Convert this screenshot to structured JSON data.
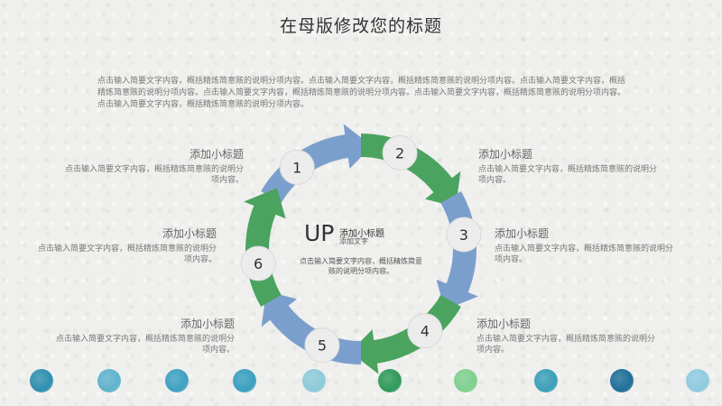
{
  "title": "在母版修改您的标题",
  "intro": "点击输入简要文字内容，概括精炼简意赅的说明分项内容。点击输入简要文字内容，概括精炼简意赅的说明分项内容。点击输入简要文字内容，概括精炼简意赅的说明分项内容。点击输入简要文字内容，概括精炼简意赅的说明分项内容。点击输入简要文字内容，概括精炼简意赅的说明分项内容。点击输入简要文字内容，概括精炼简意赅的说明分项内容。",
  "center": {
    "up": "UP",
    "subtitle": "添加小标题",
    "subtext": "添加文字",
    "body": "点击输入简要文字内容，概括精炼简意赅的说明分项内容。"
  },
  "steps": [
    "1",
    "2",
    "3",
    "4",
    "5",
    "6"
  ],
  "items": [
    {
      "heading": "添加小标题",
      "body": "点击输入简要文字内容，概括精炼简意赅的说明分项内容。"
    },
    {
      "heading": "添加小标题",
      "body": "点击输入简要文字内容，概括精炼简意赅的说明分项内容。"
    },
    {
      "heading": "添加小标题",
      "body": "点击输入简要文字内容，概括精炼简意赅的说明分项内容。"
    },
    {
      "heading": "添加小标题",
      "body": "点击输入简要文字内容，概括精炼简意赅的说明分项内容。"
    },
    {
      "heading": "添加小标题",
      "body": "点击输入简要文字内容，概括精炼简意赅的说明分项内容。"
    },
    {
      "heading": "添加小标题",
      "body": "点击输入简要文字内容，概括精炼简意赅的说明分项内容。"
    }
  ],
  "colors": {
    "blue": "#7b9fcc",
    "green": "#4aa35f",
    "badge": "#ececec"
  }
}
